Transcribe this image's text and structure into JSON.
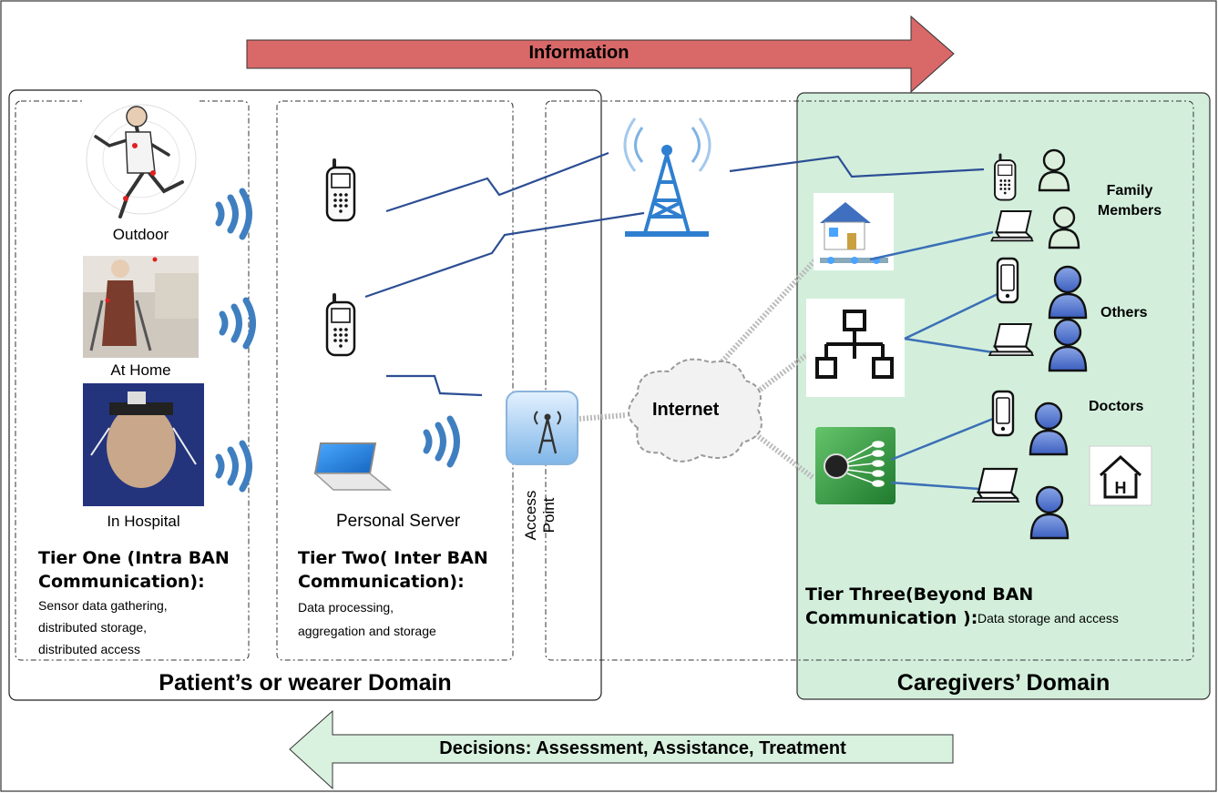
{
  "arrows": {
    "information": "Information",
    "decisions": "Decisions: Assessment, Assistance, Treatment"
  },
  "tier_one": {
    "locations": [
      "Outdoor",
      "At Home",
      "In Hospital"
    ],
    "title_line1": "Tier One (Intra BAN",
    "title_line2": "Communication):",
    "desc": [
      "Sensor data gathering,",
      "distributed storage,",
      "distributed access"
    ]
  },
  "tier_two": {
    "server_label": "Personal Server",
    "title_line1": "Tier Two( Inter BAN",
    "title_line2": "Communication):",
    "desc": [
      "Data processing,",
      "aggregation and storage"
    ]
  },
  "access_point": {
    "line1": "Access",
    "line2": "Point"
  },
  "internet": "Internet",
  "tier_three": {
    "title_line1": "Tier Three(Beyond BAN",
    "title_line2": "Communication ):",
    "desc": "Data storage and access"
  },
  "groups": {
    "family_line1": "Family",
    "family_line2": "Members",
    "others": "Others",
    "doctors": "Doctors"
  },
  "domains": {
    "patient": "Patient’s or wearer Domain",
    "caregivers": "Caregivers’ Domain"
  },
  "colors": {
    "info_arrow": "#d96868",
    "decisions_arrow": "#d9f1df",
    "caregivers_bg": "#d3efdc",
    "link_blue": "#3b6fb6",
    "signal_blue": "#3f7fc0",
    "person_blue": "#5b7fcf",
    "person_green": "#dcefdc"
  },
  "icons": {
    "phone": "mobile-phone-icon",
    "tower": "cell-tower-icon",
    "access_point": "access-point-icon",
    "cloud": "internet-cloud-icon",
    "laptop": "laptop-icon",
    "person": "person-icon",
    "home": "home-network-icon",
    "network": "network-hierarchy-icon",
    "hub": "medical-hub-icon",
    "hospital": "hospital-icon",
    "signal": "wireless-signal-icon"
  }
}
